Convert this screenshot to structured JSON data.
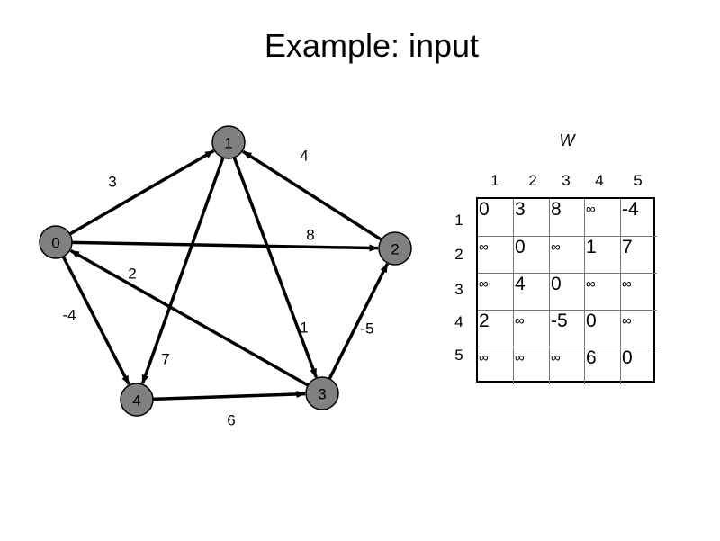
{
  "title": "Example: input",
  "graph": {
    "nodes": [
      {
        "id": "0",
        "label": "0"
      },
      {
        "id": "1",
        "label": "1"
      },
      {
        "id": "2",
        "label": "2"
      },
      {
        "id": "3",
        "label": "3"
      },
      {
        "id": "4",
        "label": "4"
      }
    ],
    "edges": [
      {
        "from": "0",
        "to": "1",
        "weight": "3"
      },
      {
        "from": "0",
        "to": "2",
        "weight": "8"
      },
      {
        "from": "0",
        "to": "4",
        "weight": "-4"
      },
      {
        "from": "1",
        "to": "4",
        "weight": "7"
      },
      {
        "from": "1",
        "to": "3",
        "weight": "1"
      },
      {
        "from": "2",
        "to": "1",
        "weight": "4"
      },
      {
        "from": "3",
        "to": "0",
        "weight": "2"
      },
      {
        "from": "3",
        "to": "2",
        "weight": "-5"
      },
      {
        "from": "4",
        "to": "3",
        "weight": "6"
      }
    ]
  },
  "matrix": {
    "label": "W",
    "column_headers": [
      "1",
      "2",
      "3",
      "4",
      "5"
    ],
    "row_headers": [
      "1",
      "2",
      "3",
      "4",
      "5"
    ],
    "rows": [
      [
        "0",
        "3",
        "8",
        "∞",
        "-4"
      ],
      [
        "∞",
        "0",
        "∞",
        "1",
        "7"
      ],
      [
        "∞",
        "4",
        "0",
        "∞",
        "∞"
      ],
      [
        "2",
        "∞",
        "-5",
        "0",
        "∞"
      ],
      [
        "∞",
        "∞",
        "∞",
        "6",
        "0"
      ]
    ]
  },
  "colors": {
    "node_fill": "#808080",
    "edge": "#000000",
    "background": "#ffffff"
  }
}
